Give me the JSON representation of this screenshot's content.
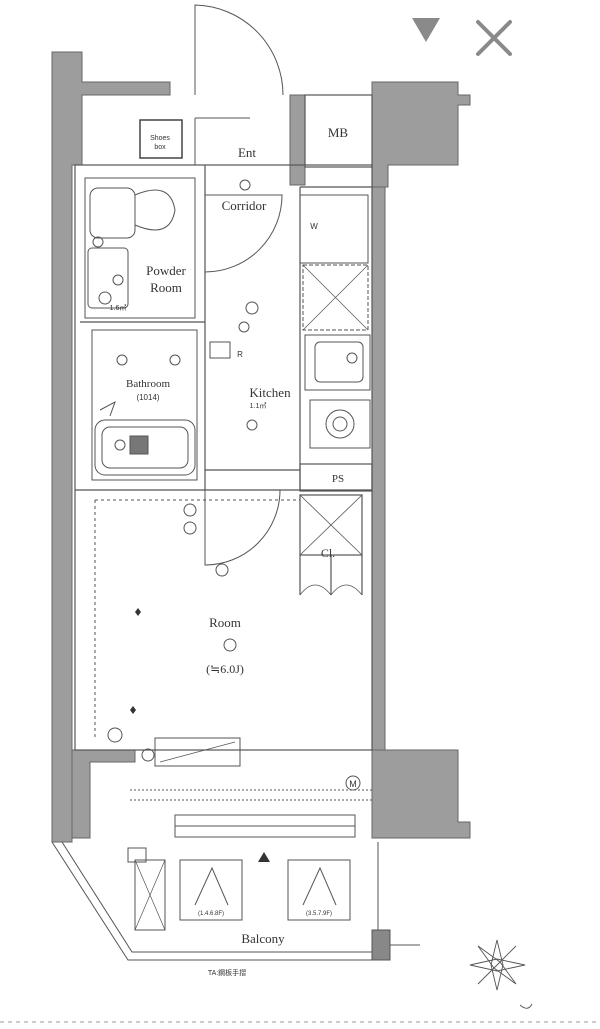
{
  "controls": {
    "dropdown_icon": "triangle-down",
    "close_icon": "x-mark"
  },
  "labels": {
    "shoe_box": "Shoes\nbox",
    "mb": "MB",
    "ent": "Ent",
    "corridor": "Corridor",
    "powder_room": "Powder",
    "powder_room_2": "Room",
    "powder_area": "1.6㎡",
    "bathroom": "Bathroom",
    "bath_size": "(1014)",
    "kitchen": "Kitchen",
    "kitchen_area": "1.1㎡",
    "ps": "PS",
    "closet": "Cl.",
    "room": "Room",
    "room_size": "(≒6.0J)",
    "balcony": "Balcony",
    "balcony_note": "TA:鋼板手摺",
    "ac_left": "(1.4.6.8F)",
    "ac_right": "(3.5.7.9F)",
    "m_mark": "M",
    "w_mark": "W",
    "r_mark": "R"
  },
  "colors": {
    "wall": "#9a9a9a",
    "line": "#555555",
    "accent": "#6d6d6d"
  }
}
